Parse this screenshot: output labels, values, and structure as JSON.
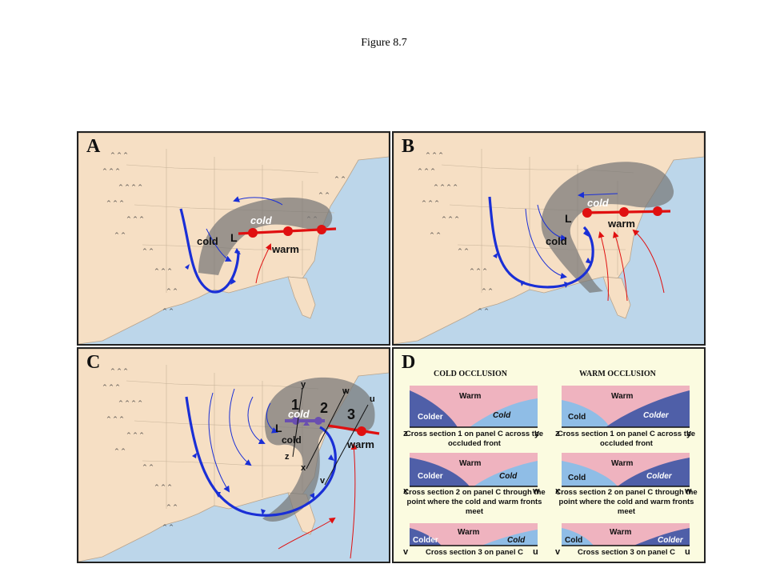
{
  "figure_title": "Figure 8.7",
  "colors": {
    "cold_front": "#1a2fd6",
    "warm_front": "#e01010",
    "land": "#f6dfc4",
    "water": "#bcd6ea",
    "cloud": "#8a8a8a",
    "colder": "#4f5fa8",
    "cold": "#8fbde6",
    "warm": "#efb3bf"
  },
  "panels": {
    "a": {
      "letter": "A",
      "labels": {
        "cold_air": "cold",
        "cold_side": "cold",
        "warm": "warm",
        "low": "L"
      }
    },
    "b": {
      "letter": "B",
      "labels": {
        "cold_air": "cold",
        "cold_side": "cold",
        "warm": "warm",
        "low": "L"
      }
    },
    "c": {
      "letter": "C",
      "labels": {
        "cold_air": "cold",
        "cold_lower": "cold",
        "warm": "warm",
        "low": "L",
        "sec1": "1",
        "sec2": "2",
        "sec3": "3",
        "pt_y": "y",
        "pt_w": "w",
        "pt_u": "u",
        "pt_z": "z",
        "pt_x": "x",
        "pt_v": "v"
      }
    },
    "d": {
      "letter": "D",
      "cold_heading": "COLD OCCLUSION",
      "warm_heading": "WARM OCCLUSION",
      "sections": [
        {
          "caption": "Cross section 1 on panel C across the occluded front",
          "left": "z",
          "right": "y",
          "cold_occ": {
            "warm": "Warm",
            "colder": "Colder",
            "cold": "Cold"
          },
          "warm_occ": {
            "warm": "Warm",
            "cold": "Cold",
            "colder": "Colder"
          }
        },
        {
          "caption": "Cross section 2 on panel C through the point where the cold and warm fronts meet",
          "left": "x",
          "right": "w",
          "cold_occ": {
            "warm": "Warm",
            "colder": "Colder",
            "cold": "Cold"
          },
          "warm_occ": {
            "warm": "Warm",
            "cold": "Cold",
            "colder": "Colder"
          }
        },
        {
          "caption": "Cross section 3 on panel C",
          "left": "v",
          "right": "u",
          "cold_occ": {
            "warm": "Warm",
            "colder": "Colder",
            "cold": "Cold"
          },
          "warm_occ": {
            "warm": "Warm",
            "cold": "Cold",
            "colder": "Colder"
          }
        }
      ]
    }
  }
}
